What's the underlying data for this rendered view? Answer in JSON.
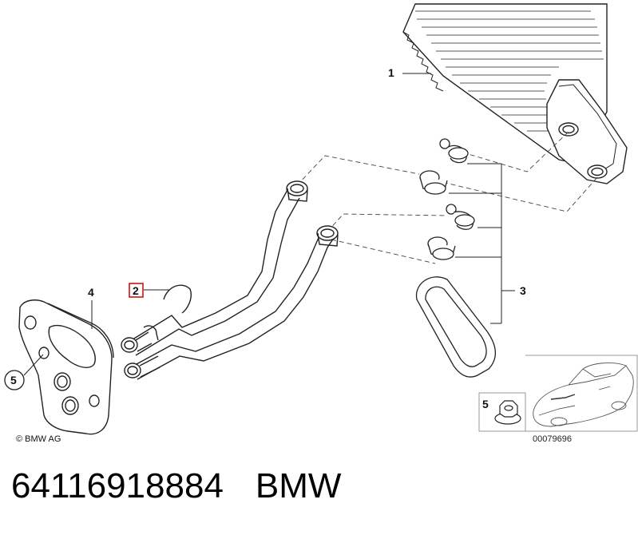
{
  "callouts": {
    "c1": "1",
    "c2": "2",
    "c3": "3",
    "c4": "4",
    "c5a": "5",
    "c5b": "5"
  },
  "copyright": "© BMW AG",
  "ref_number": "00079696",
  "footer": {
    "part_number": "64116918884",
    "brand": "BMW"
  },
  "colors": {
    "highlight": "#d40000",
    "line": "#222222"
  }
}
